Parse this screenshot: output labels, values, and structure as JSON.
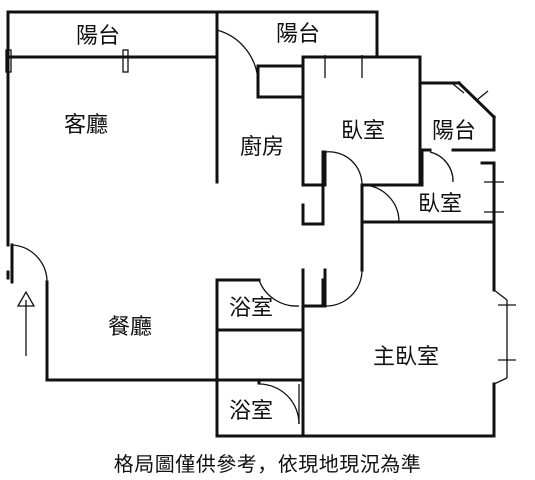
{
  "rooms": {
    "balcony_left": "陽台",
    "balcony_mid": "陽台",
    "balcony_right": "陽台",
    "living": "客廳",
    "kitchen": "廚房",
    "bedroom_top": "臥室",
    "bedroom_small": "臥室",
    "dining": "餐廳",
    "bath_upper": "浴室",
    "bath_lower": "浴室",
    "master": "主臥室"
  },
  "footnote": "格局圖僅供參考，依現地現況為準"
}
